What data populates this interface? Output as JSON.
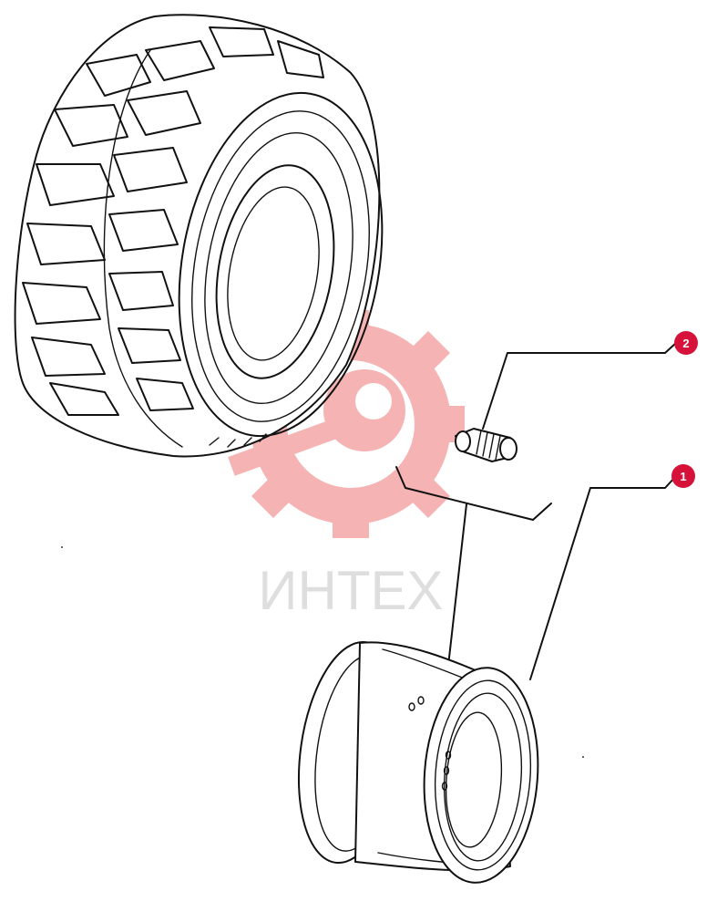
{
  "watermark": {
    "text": "ИНТЕХ",
    "color": "#d9d9d9",
    "logo_color": "#f4a6a6"
  },
  "callouts": [
    {
      "label": "2",
      "part": "valve"
    },
    {
      "label": "1",
      "part": "rim"
    }
  ],
  "colors": {
    "callout_fill": "#d6123a",
    "line": "#111111"
  }
}
